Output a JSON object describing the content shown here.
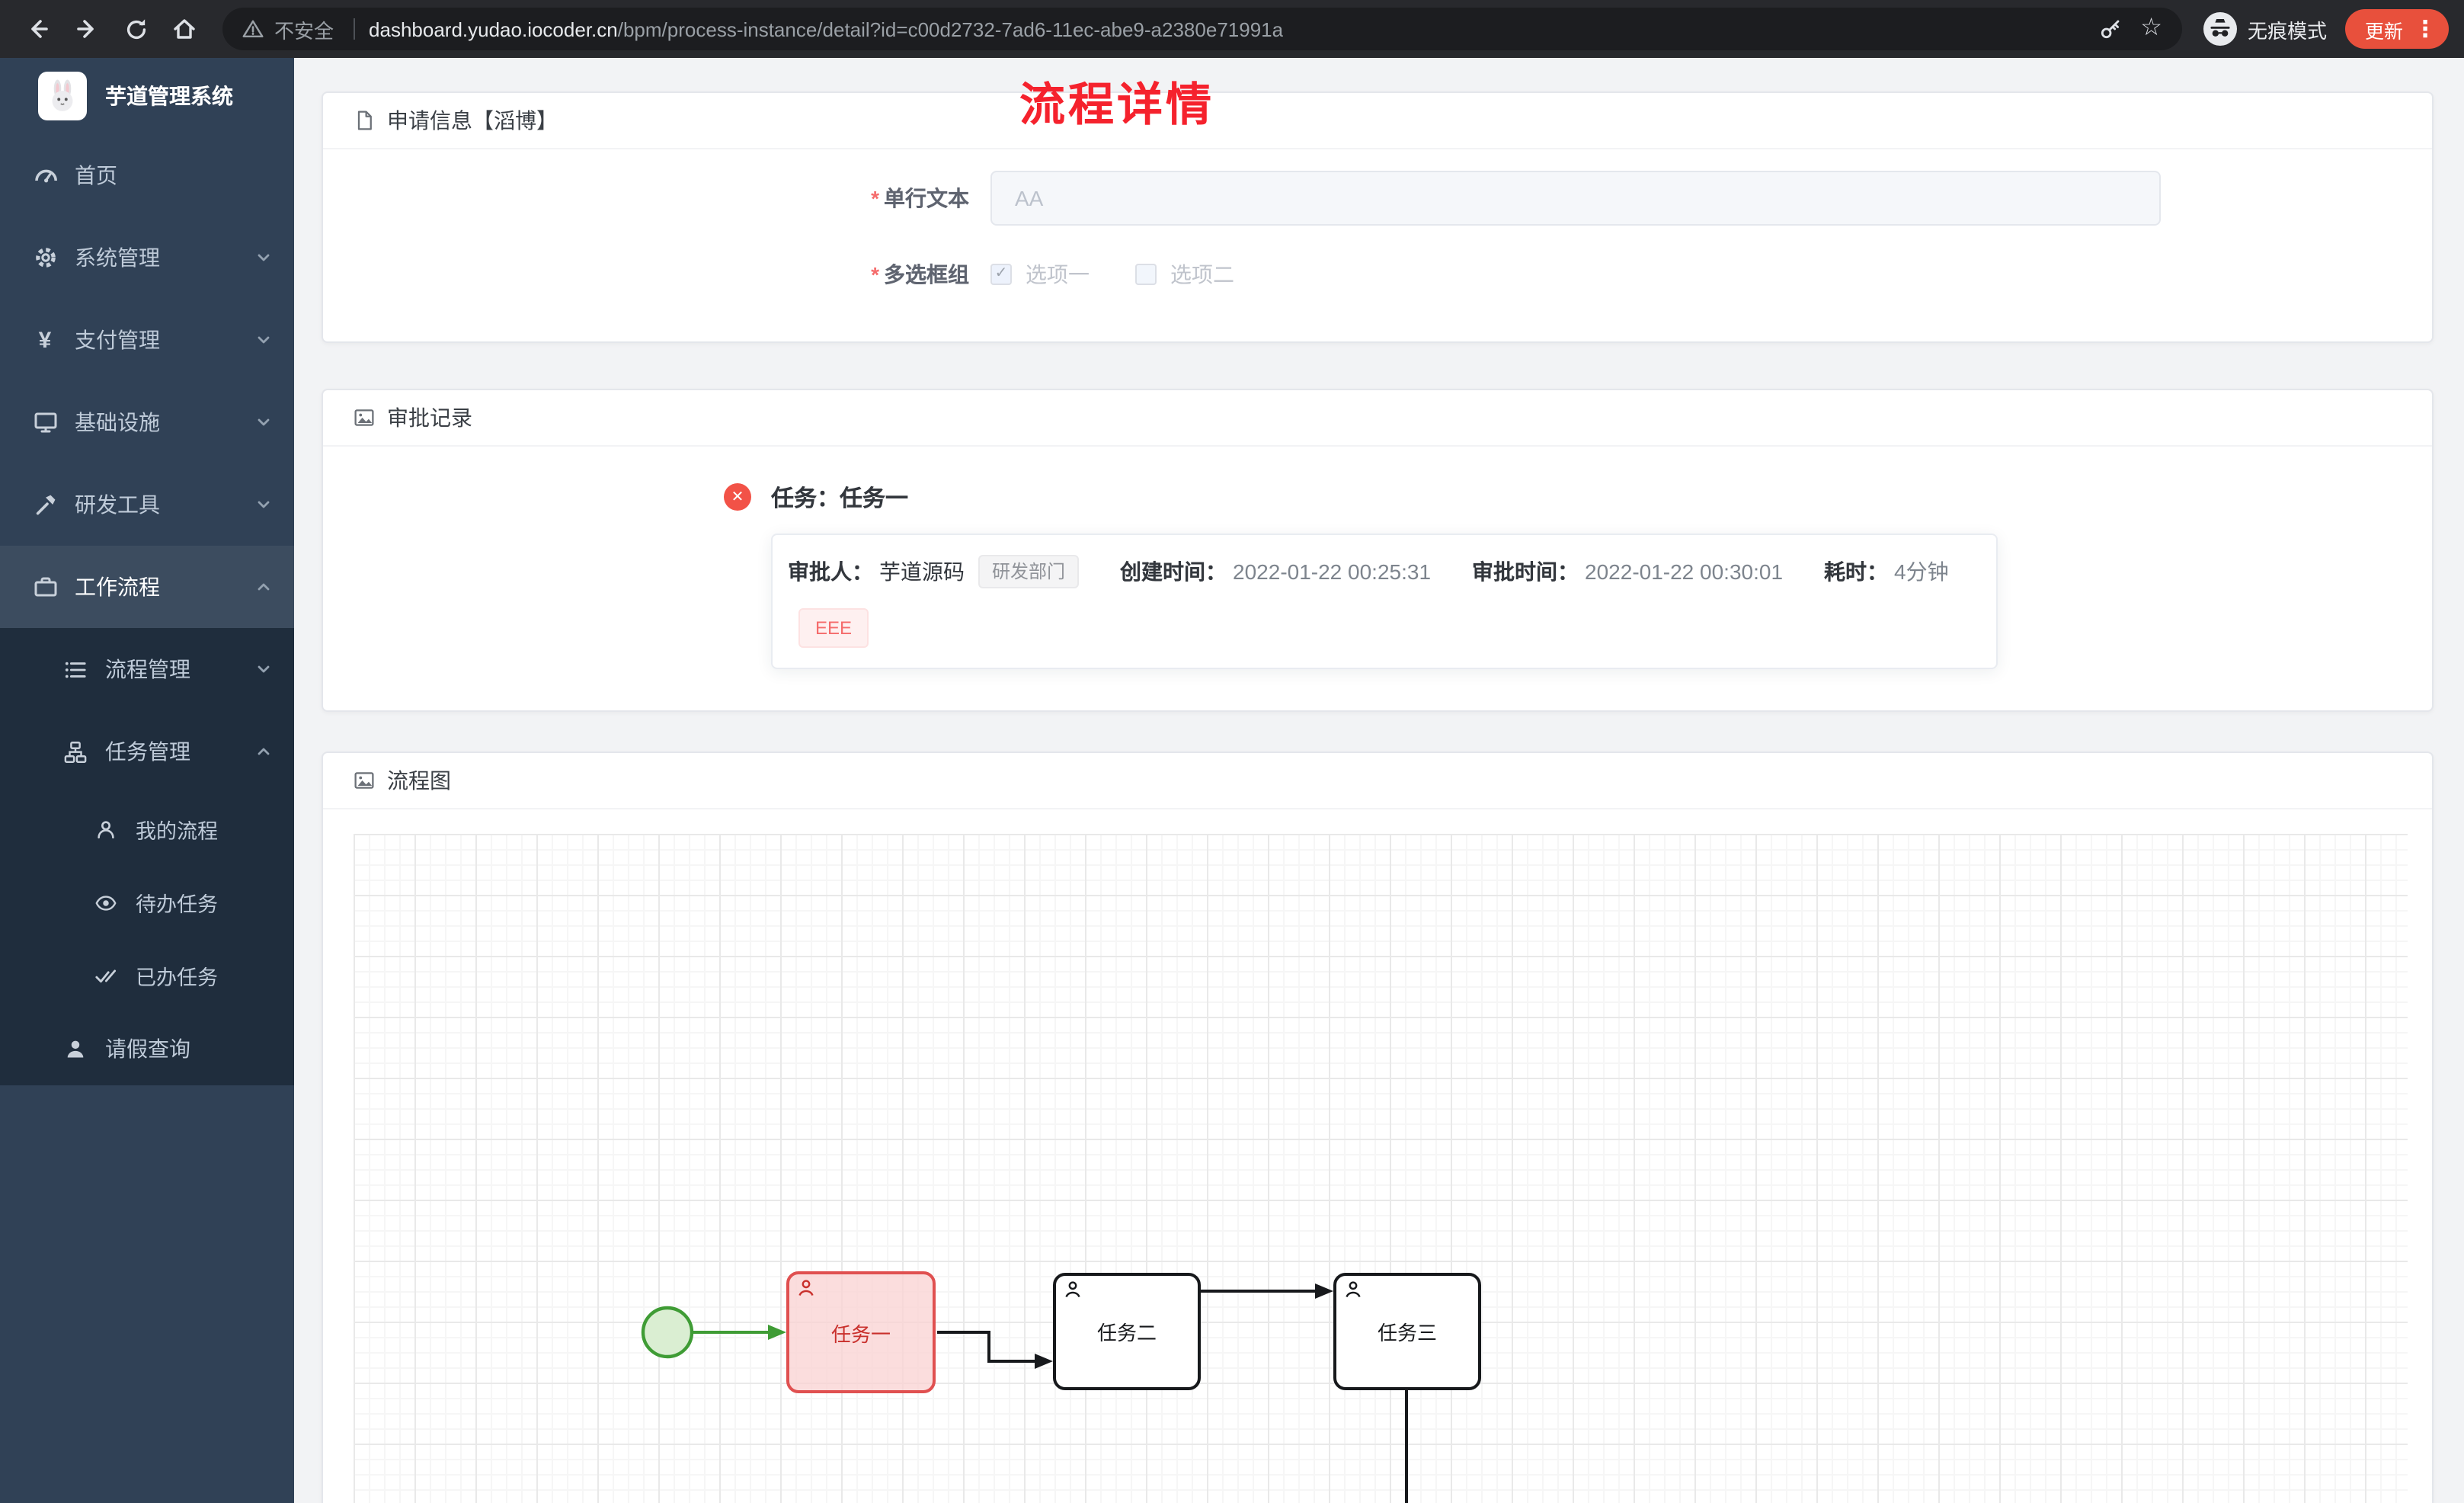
{
  "browser": {
    "security_label": "不安全",
    "url_host": "dashboard.yudao.iocoder.cn",
    "url_path": "/bpm/process-instance/detail?id=c00d2732-7ad6-11ec-abe9-a2380e71991a",
    "incognito_label": "无痕模式",
    "update_label": "更新"
  },
  "icons": {
    "reject_x": "✕",
    "checkbox_check": "✓",
    "menu_dots": "⋮",
    "bookmark_star": "☆",
    "yen": "¥"
  },
  "sidebar": {
    "app_title": "芋道管理系统",
    "items": [
      {
        "label": "首页",
        "chevron": "none"
      },
      {
        "label": "系统管理",
        "chevron": "down"
      },
      {
        "label": "支付管理",
        "chevron": "down"
      },
      {
        "label": "基础设施",
        "chevron": "down"
      },
      {
        "label": "研发工具",
        "chevron": "down"
      },
      {
        "label": "工作流程",
        "chevron": "up"
      }
    ],
    "submenu": [
      {
        "label": "流程管理",
        "level": 2,
        "chevron": "down"
      },
      {
        "label": "任务管理",
        "level": 2,
        "chevron": "up"
      },
      {
        "label": "我的流程",
        "level": 3
      },
      {
        "label": "待办任务",
        "level": 3
      },
      {
        "label": "已办任务",
        "level": 3
      },
      {
        "label": "请假查询",
        "level": 2
      }
    ]
  },
  "page": {
    "title": "流程详情",
    "apply_card": {
      "header": "申请信息【滔博】",
      "required_mark": "*",
      "fields": [
        {
          "label": "单行文本",
          "value": "AA"
        },
        {
          "label": "多选框组",
          "options": [
            {
              "label": "选项一",
              "checked": true
            },
            {
              "label": "选项二",
              "checked": false
            }
          ]
        }
      ]
    },
    "audit_card": {
      "header": "审批记录",
      "task_title": "任务：任务一",
      "approver_label": "审批人：",
      "approver": "芋道源码",
      "dept_tag": "研发部门",
      "create_label": "创建时间：",
      "create_time": "2022-01-22 00:25:31",
      "audit_label": "审批时间：",
      "audit_time": "2022-01-22 00:30:01",
      "duration_label": "耗时：",
      "duration": "4分钟",
      "reason_tag": "EEE"
    },
    "diagram_card": {
      "header": "流程图",
      "nodes": [
        {
          "label": "任务一",
          "state": "rejected"
        },
        {
          "label": "任务二",
          "state": "default"
        },
        {
          "label": "任务三",
          "state": "default"
        }
      ]
    }
  },
  "colors": {
    "title_red": "#f5222d",
    "sidebar_bg": "#304156",
    "submenu_bg": "#1f2d3d",
    "rejected_node": "#e05050",
    "start_event_green": "#3f9c35",
    "update_button": "#e8503c"
  }
}
